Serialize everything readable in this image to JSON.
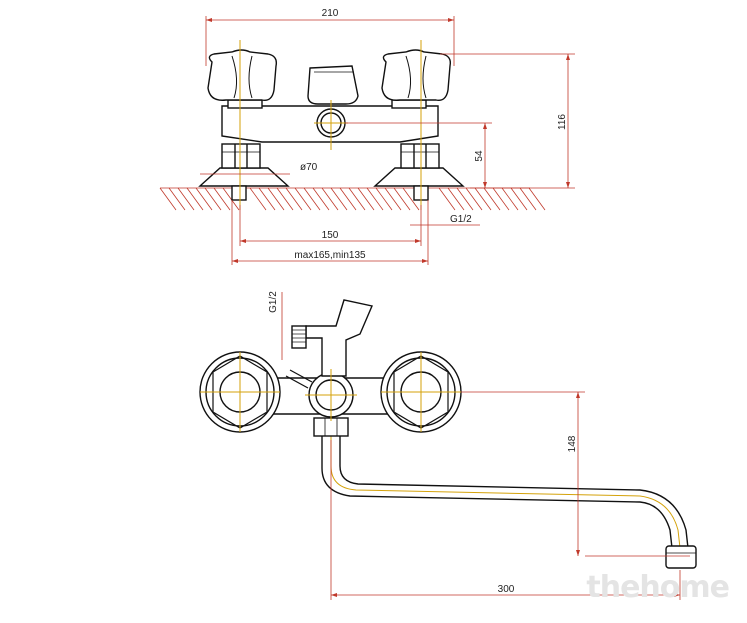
{
  "dimensions": {
    "top_width": "210",
    "height_total": "116",
    "height_inlet": "54",
    "nut_diameter": "ø70",
    "thread_top": "G1/2",
    "center_distance": "150",
    "adjust_range": "max165,min135",
    "thread_side": "G1/2",
    "spout_height": "148",
    "spout_length": "300"
  },
  "watermark": "thehome",
  "colors": {
    "dimension_line": "#c0392b",
    "hatch": "#c0392b",
    "center_line": "#d4a20a",
    "outline": "#111111"
  }
}
